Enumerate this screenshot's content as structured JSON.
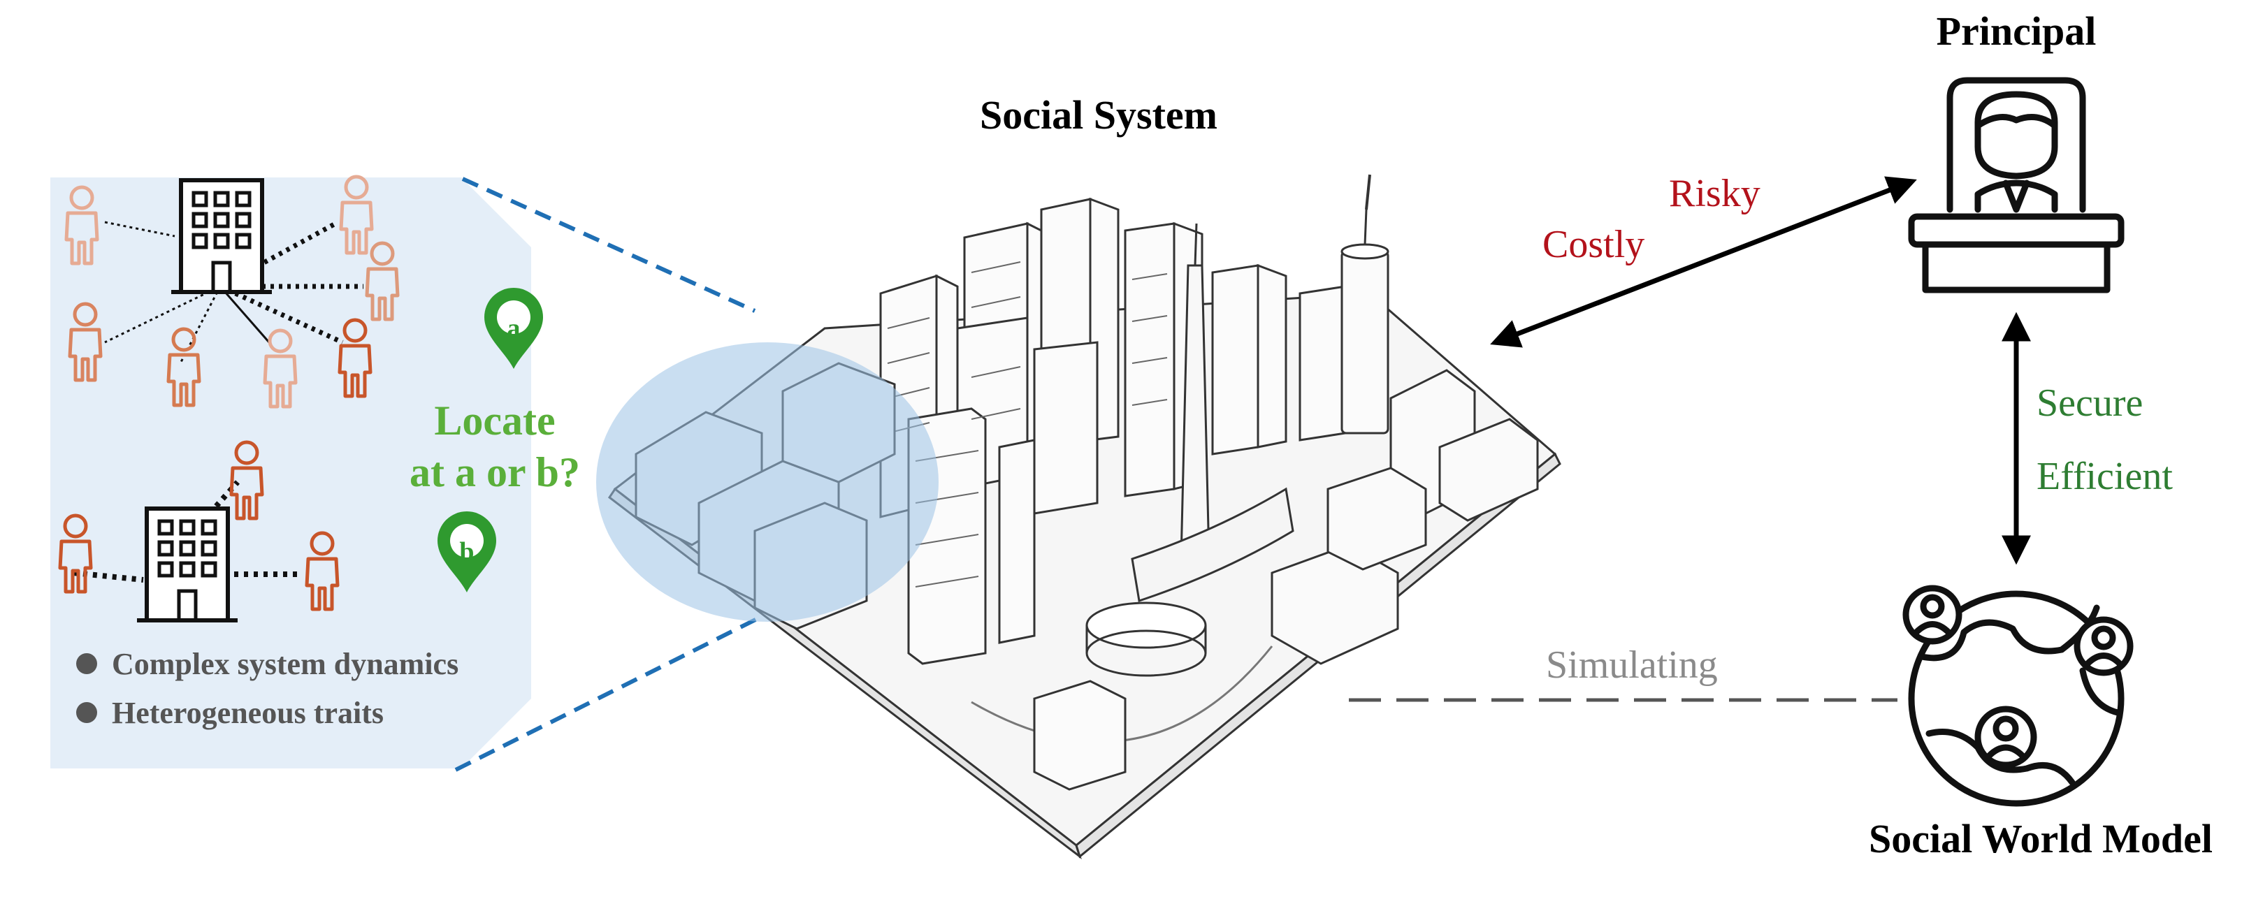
{
  "labels": {
    "social_system": "Social System",
    "principal": "Principal",
    "social_world_model": "Social World Model",
    "risky": "Risky",
    "costly": "Costly",
    "secure": "Secure",
    "efficient": "Efficient",
    "simulating": "Simulating"
  },
  "panel": {
    "question_line1": "Locate",
    "question_line2": "at a or b?",
    "pin_a": "a",
    "pin_b": "b",
    "bullets": [
      "Complex system dynamics",
      "Heterogeneous traits"
    ]
  },
  "icons": {
    "person": "person-icon",
    "building": "office-building-icon",
    "pin": "location-pin-icon",
    "principal": "principal-at-podium-icon",
    "globe": "globe-with-people-icon",
    "city": "city-illustration"
  },
  "colors": {
    "panel_bg": "#e4eef8",
    "zoom_ellipse": "#9cc3e6",
    "dashed_zoom": "#1f6fb4",
    "risk_red": "#b3121b",
    "secure_green": "#2e7d32",
    "pin_green": "#2f9a2f",
    "question_green": "#5aaf3a",
    "person_light": "#e3a890",
    "person_dark": "#c8552a",
    "simulating_gray": "#8a8a8a"
  }
}
